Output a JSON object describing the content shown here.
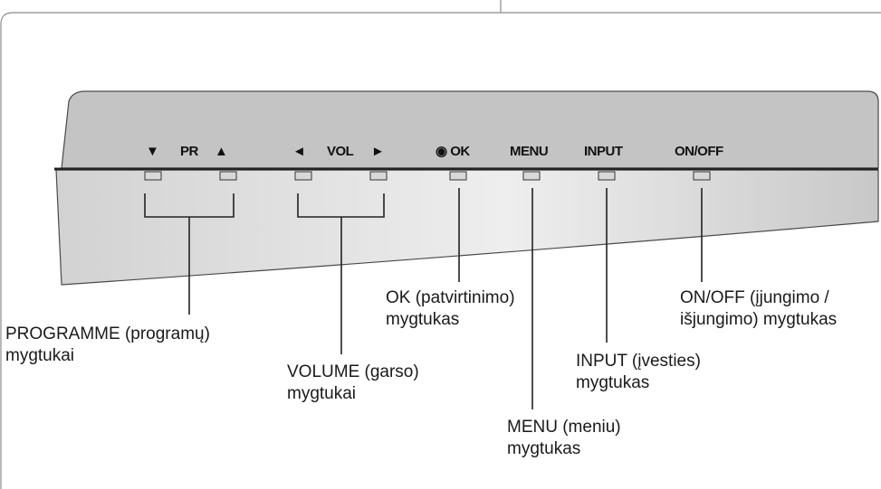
{
  "panel": {
    "labels": {
      "down": "▼",
      "pr": "PR",
      "up": "▲",
      "left": "◄",
      "vol": "VOL",
      "right": "►",
      "ok": "◉ OK",
      "menu": "MENU",
      "input": "INPUT",
      "onoff": "ON/OFF"
    }
  },
  "callouts": {
    "programme": {
      "line1": "PROGRAMME (programų)",
      "line2": "mygtukai"
    },
    "volume": {
      "line1": "VOLUME (garso)",
      "line2": "mygtukai"
    },
    "ok": {
      "line1": "OK (patvirtinimo)",
      "line2": "mygtukas"
    },
    "menu": {
      "line1": "MENU (meniu)",
      "line2": "mygtukas"
    },
    "input": {
      "line1": "INPUT (įvesties)",
      "line2": "mygtukas"
    },
    "onoff": {
      "line1": "ON/OFF (įjungimo /",
      "line2": "išjungimo) mygtukas"
    }
  },
  "colors": {
    "frame": "#8a8a8a",
    "panel_top": "#c4c4c4",
    "panel_front": "#dcdcdc",
    "edge": "#222222",
    "button": "#d8d8d8"
  }
}
